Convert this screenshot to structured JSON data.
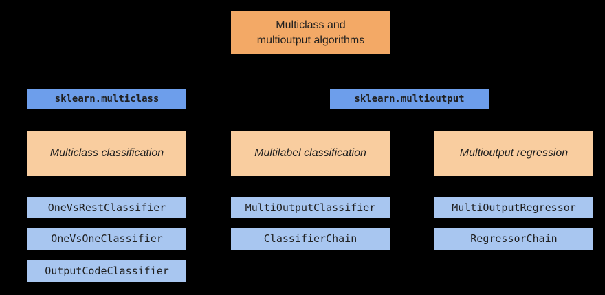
{
  "root": {
    "line1": "Multiclass and",
    "line2": "multioutput algorithms"
  },
  "modules": [
    {
      "label": "sklearn.multiclass"
    },
    {
      "label": "sklearn.multioutput"
    }
  ],
  "columns": [
    {
      "category": "Multiclass classification",
      "classes": [
        "OneVsRestClassifier",
        "OneVsOneClassifier",
        "OutputCodeClassifier"
      ]
    },
    {
      "category": "Multilabel classification",
      "classes": [
        "MultiOutputClassifier",
        "ClassifierChain"
      ]
    },
    {
      "category": "Multioutput regression",
      "classes": [
        "MultiOutputRegressor",
        "RegressorChain"
      ]
    }
  ],
  "colors": {
    "background": "#000000",
    "root_box": "#f3a966",
    "module_box": "#6d9eeb",
    "category_box": "#f9cd9f",
    "class_box": "#a8c6f0",
    "text": "#1f1f1f"
  }
}
